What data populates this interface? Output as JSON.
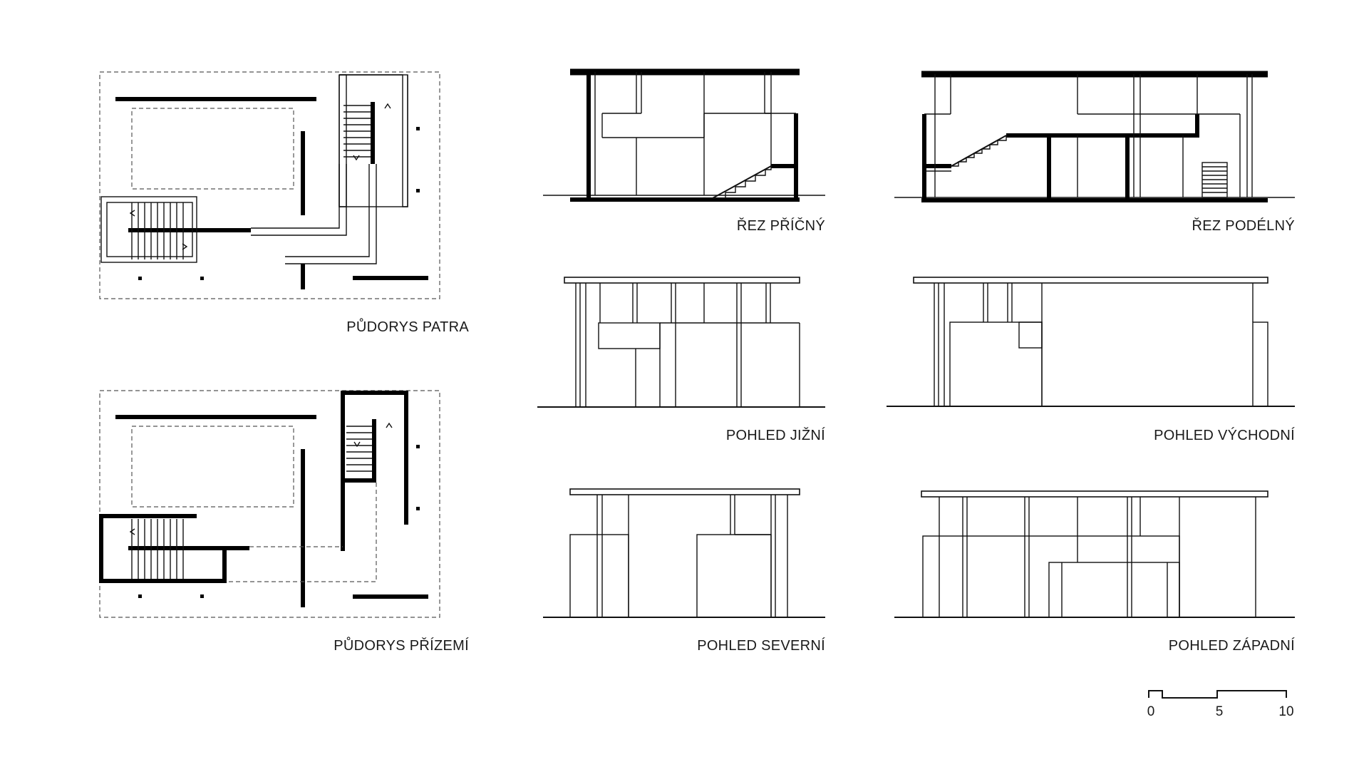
{
  "labels": {
    "plan_upper": "PŮDORYS PATRA",
    "plan_ground": "PŮDORYS PŘÍZEMÍ",
    "section_cross": "ŘEZ PŘÍČNÝ",
    "section_long": "ŘEZ PODÉLNÝ",
    "view_south": "POHLED JIŽNÍ",
    "view_east": "POHLED VÝCHODNÍ",
    "view_north": "POHLED SEVERNÍ",
    "view_west": "POHLED ZÁPADNÍ"
  },
  "scale": {
    "ticks": [
      "0",
      "5",
      "10"
    ]
  }
}
